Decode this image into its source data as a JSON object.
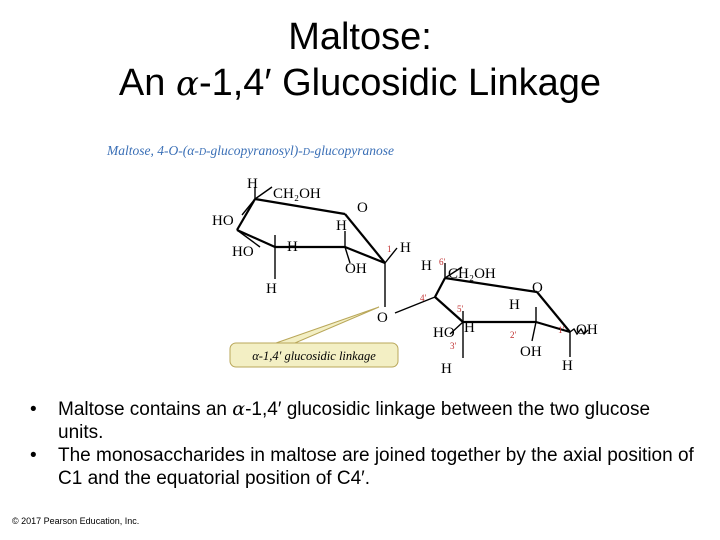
{
  "slide": {
    "title_line1": "Maltose:",
    "title_prefix": "An ",
    "title_alpha": "α",
    "title_suffix": "-1,4′ Glucosidic Linkage"
  },
  "figure": {
    "caption_a": "Maltose, 4-O-(α-",
    "caption_d1": "D",
    "caption_b": "-glucopyranosyl)-",
    "caption_d2": "D",
    "caption_c": "-glucopyranose",
    "linkage_label": "α-1,4′ glucosidic linkage",
    "atoms": {
      "H": "H",
      "CH2OH": "CH₂OH",
      "HO": "HO",
      "OH": "OH",
      "O": "O"
    },
    "numbers": {
      "c1": "1",
      "c4p": "4′",
      "c6p": "6′",
      "c5p": "5′",
      "c2p": "2′",
      "c3p": "3′",
      "c1p": "1′"
    }
  },
  "bullets": [
    {
      "a": "Maltose contains an ",
      "alpha": "α",
      "b": "-1,4′ glucosidic linkage between the two glucose units."
    },
    {
      "text": "The monosaccharides in maltose are joined together by the axial position of C1 and the equatorial position of C4′."
    }
  ],
  "footer": {
    "copyright": "© 2017 Pearson Education, Inc."
  }
}
